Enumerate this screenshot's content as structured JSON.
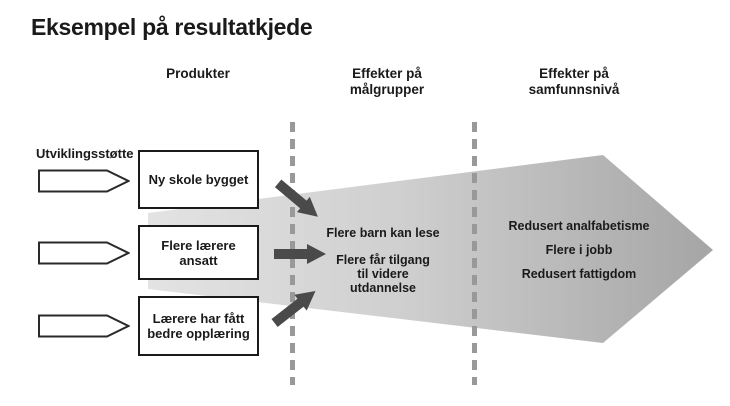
{
  "title": "Eksempel på resultatkjede",
  "column_headers": [
    {
      "line1": "Produkter",
      "line2": ""
    },
    {
      "line1": "Effekter på",
      "line2": "målgrupper"
    },
    {
      "line1": "Effekter på",
      "line2": "samfunnsnivå"
    }
  ],
  "input_label": "Utviklingsstøtte",
  "products": [
    {
      "line1": "Ny skole bygget",
      "line2": ""
    },
    {
      "line1": "Flere lærere",
      "line2": "ansatt"
    },
    {
      "line1": "Lærere har fått",
      "line2": "bedre opplæring"
    }
  ],
  "target_group_effects": {
    "item1": "Flere barn kan lese",
    "item2_line1": "Flere får tilgang",
    "item2_line2": "til videre",
    "item2_line3": "utdannelse"
  },
  "society_effects": [
    "Redusert analfabetisme",
    "Flere i jobb",
    "Redusert fattigdom"
  ],
  "colors": {
    "impact_arrow_gradient_start": "#e3e3e3",
    "impact_arrow_gradient_end": "#a5a5a5",
    "connector_arrow": "#4a4a4a",
    "dashed_line": "#999999",
    "text": "#1a1a1a",
    "background": "#ffffff"
  }
}
